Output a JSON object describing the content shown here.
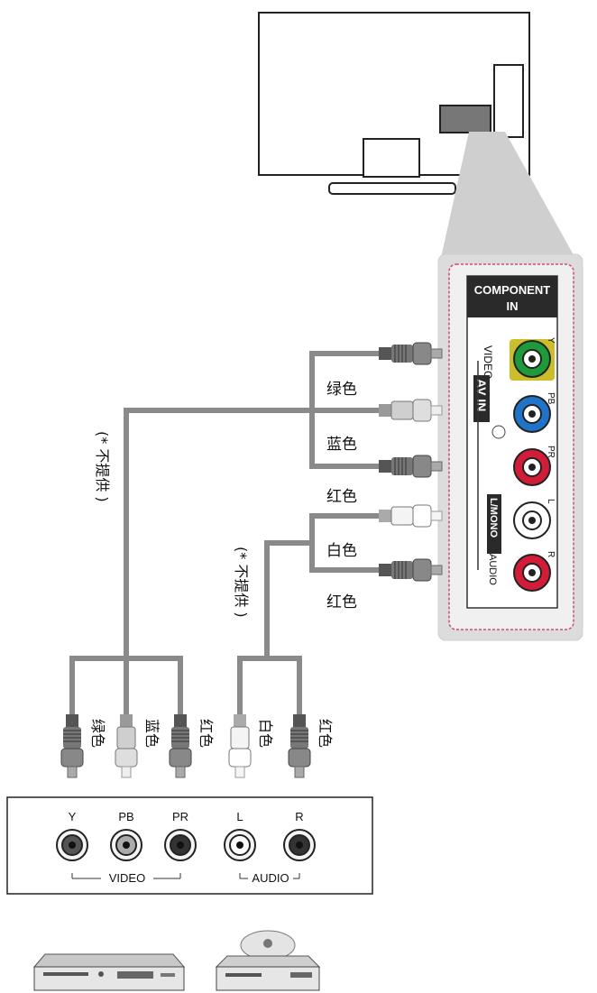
{
  "tv_panel": {
    "header_line1": "COMPONENT",
    "header_line2": "IN",
    "av_in_label": "AV IN",
    "video_label": "VIDEO",
    "lmono_label": "L/MONO",
    "audio_label": "AUDIO",
    "jack_labels": [
      "Y",
      "PB",
      "PR",
      "L",
      "R"
    ],
    "jack_colors": [
      "#1e9a3a",
      "#1f74c9",
      "#d21c38",
      "#ffffff",
      "#d21c38"
    ]
  },
  "wire_colors": {
    "green": "绿色",
    "blue": "蓝色",
    "red": "红色",
    "white": "白色"
  },
  "not_provided": "(* 不提供 )",
  "device_panel": {
    "jack_labels": [
      "Y",
      "PB",
      "PR",
      "L",
      "R"
    ],
    "video_group": "VIDEO",
    "audio_group": "AUDIO"
  }
}
